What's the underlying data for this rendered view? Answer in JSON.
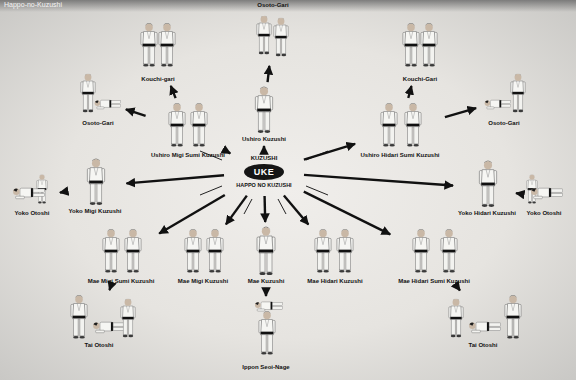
{
  "diagram": {
    "nodes": [
      {
        "text": [
          "Osoto-Gari"
        ]
      },
      {
        "text": [
          "Kouchi-gari"
        ]
      },
      {
        "text": [
          "Kouchi-Gari"
        ]
      },
      {
        "text": [
          "Osoto-Gari"
        ]
      },
      {
        "text": [
          "Osoto-Gari"
        ]
      },
      {
        "text": [
          "Ushiro Kuzushi"
        ]
      },
      {
        "text": [
          "Ushiro Migi Sumi Kuzushi"
        ]
      },
      {
        "text": [
          "Ushiro Hidari Sumi Kuzushi"
        ]
      },
      {
        "text": [
          "KUZUSHI",
          "UKE",
          "HAPPO NO KUZUSHI"
        ]
      },
      {
        "text": [
          "Yoko Otoshi"
        ]
      },
      {
        "text": [
          "Yoko Migi Kuzushi"
        ]
      },
      {
        "text": [
          "Yoko Hidari Kuzushi"
        ]
      },
      {
        "text": [
          "Yoko Otoshi"
        ]
      },
      {
        "text": [
          "Mae Migi Sumi Kuzushi"
        ]
      },
      {
        "text": [
          "Mae Migi Kuzushi"
        ]
      },
      {
        "text": [
          "Mae Kuzushi"
        ]
      },
      {
        "text": [
          "Mae Hidari Kuzushi"
        ]
      },
      {
        "text": [
          "Mae Hidari Sumi Kuzushi"
        ]
      },
      {
        "text": [
          "Tai Otoshi"
        ]
      },
      {
        "text": [
          "Ippon Seoi-Nage"
        ]
      },
      {
        "text": [
          "Tai Otoshi"
        ]
      }
    ],
    "edges": [
      {
        "from": 8,
        "to": 5,
        "arrow": "to"
      },
      {
        "from": 8,
        "to": 6,
        "arrow": "to"
      },
      {
        "from": 8,
        "to": 7,
        "arrow": "to"
      },
      {
        "from": 8,
        "to": 10,
        "arrow": "to"
      },
      {
        "from": 8,
        "to": 11,
        "arrow": "to"
      },
      {
        "from": 8,
        "to": 13,
        "arrow": "to"
      },
      {
        "from": 8,
        "to": 14,
        "arrow": "to"
      },
      {
        "from": 8,
        "to": 15,
        "arrow": "to"
      },
      {
        "from": 8,
        "to": 16,
        "arrow": "to"
      },
      {
        "from": 8,
        "to": 17,
        "arrow": "to"
      },
      {
        "from": 5,
        "to": 0,
        "arrow": "to"
      },
      {
        "from": 6,
        "to": 1,
        "arrow": "to"
      },
      {
        "from": 6,
        "to": 3,
        "arrow": "to"
      },
      {
        "from": 7,
        "to": 2,
        "arrow": "to"
      },
      {
        "from": 7,
        "to": 4,
        "arrow": "to"
      },
      {
        "from": 10,
        "to": 9,
        "arrow": "to"
      },
      {
        "from": 11,
        "to": 12,
        "arrow": "to"
      },
      {
        "from": 13,
        "to": 18,
        "arrow": "to"
      },
      {
        "from": 15,
        "to": 19,
        "arrow": "to"
      },
      {
        "from": 17,
        "to": 20,
        "arrow": "to"
      }
    ],
    "labels": [
      "Happo-no-Kuzushi"
    ]
  }
}
